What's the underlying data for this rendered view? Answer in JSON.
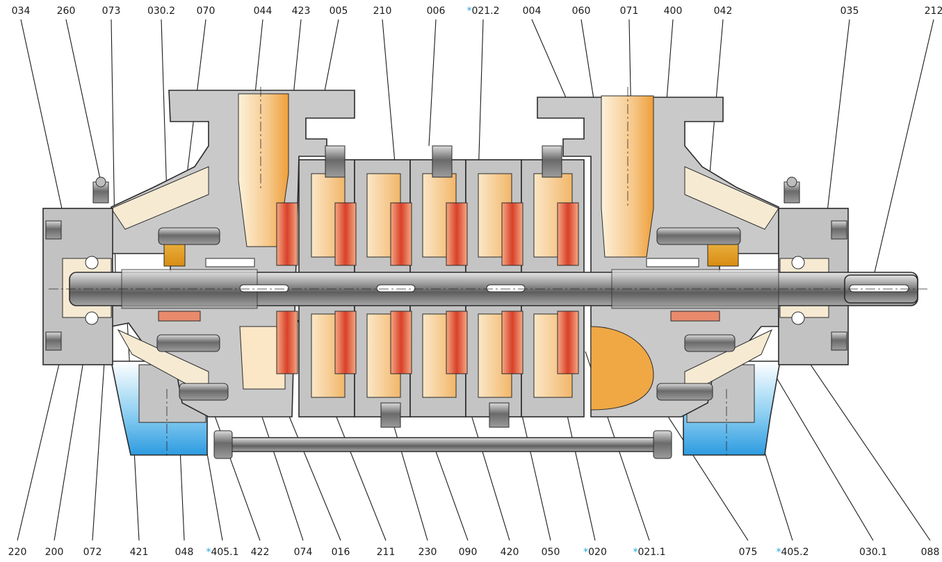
{
  "colors": {
    "casing": "#c9c9c9",
    "casing_dark": "#a9a9a9",
    "shaft": "#8d8d8d",
    "impeller": "#d8402a",
    "diffuser": "#f6c88a",
    "seal": "#e8a526",
    "foot": "#2d9be0",
    "star": "#1fa8e0"
  },
  "labels": {
    "top": [
      {
        "star": "",
        "text": "034"
      },
      {
        "star": "",
        "text": "260"
      },
      {
        "star": "",
        "text": "073"
      },
      {
        "star": "",
        "text": "030.2"
      },
      {
        "star": "",
        "text": "070"
      },
      {
        "star": "",
        "text": "044"
      },
      {
        "star": "",
        "text": "423"
      },
      {
        "star": "",
        "text": "005"
      },
      {
        "star": "",
        "text": "210"
      },
      {
        "star": "",
        "text": "006"
      },
      {
        "star": "*",
        "text": "021.2"
      },
      {
        "star": "",
        "text": "004"
      },
      {
        "star": "",
        "text": "060"
      },
      {
        "star": "",
        "text": "071"
      },
      {
        "star": "",
        "text": "400"
      },
      {
        "star": "",
        "text": "042"
      },
      {
        "star": "",
        "text": "035"
      },
      {
        "star": "",
        "text": "212"
      }
    ],
    "bottom": [
      {
        "star": "",
        "text": "220"
      },
      {
        "star": "",
        "text": "200"
      },
      {
        "star": "",
        "text": "072"
      },
      {
        "star": "",
        "text": "421"
      },
      {
        "star": "",
        "text": "048"
      },
      {
        "star": "*",
        "text": "405.1"
      },
      {
        "star": "",
        "text": "422"
      },
      {
        "star": "",
        "text": "074"
      },
      {
        "star": "",
        "text": "016"
      },
      {
        "star": "",
        "text": "211"
      },
      {
        "star": "",
        "text": "230"
      },
      {
        "star": "",
        "text": "090"
      },
      {
        "star": "",
        "text": "420"
      },
      {
        "star": "",
        "text": "050"
      },
      {
        "star": "*",
        "text": "020"
      },
      {
        "star": "*",
        "text": "021.1"
      },
      {
        "star": "",
        "text": "075"
      },
      {
        "star": "*",
        "text": "405.2"
      },
      {
        "star": "",
        "text": "030.1"
      },
      {
        "star": "",
        "text": "088"
      }
    ]
  }
}
